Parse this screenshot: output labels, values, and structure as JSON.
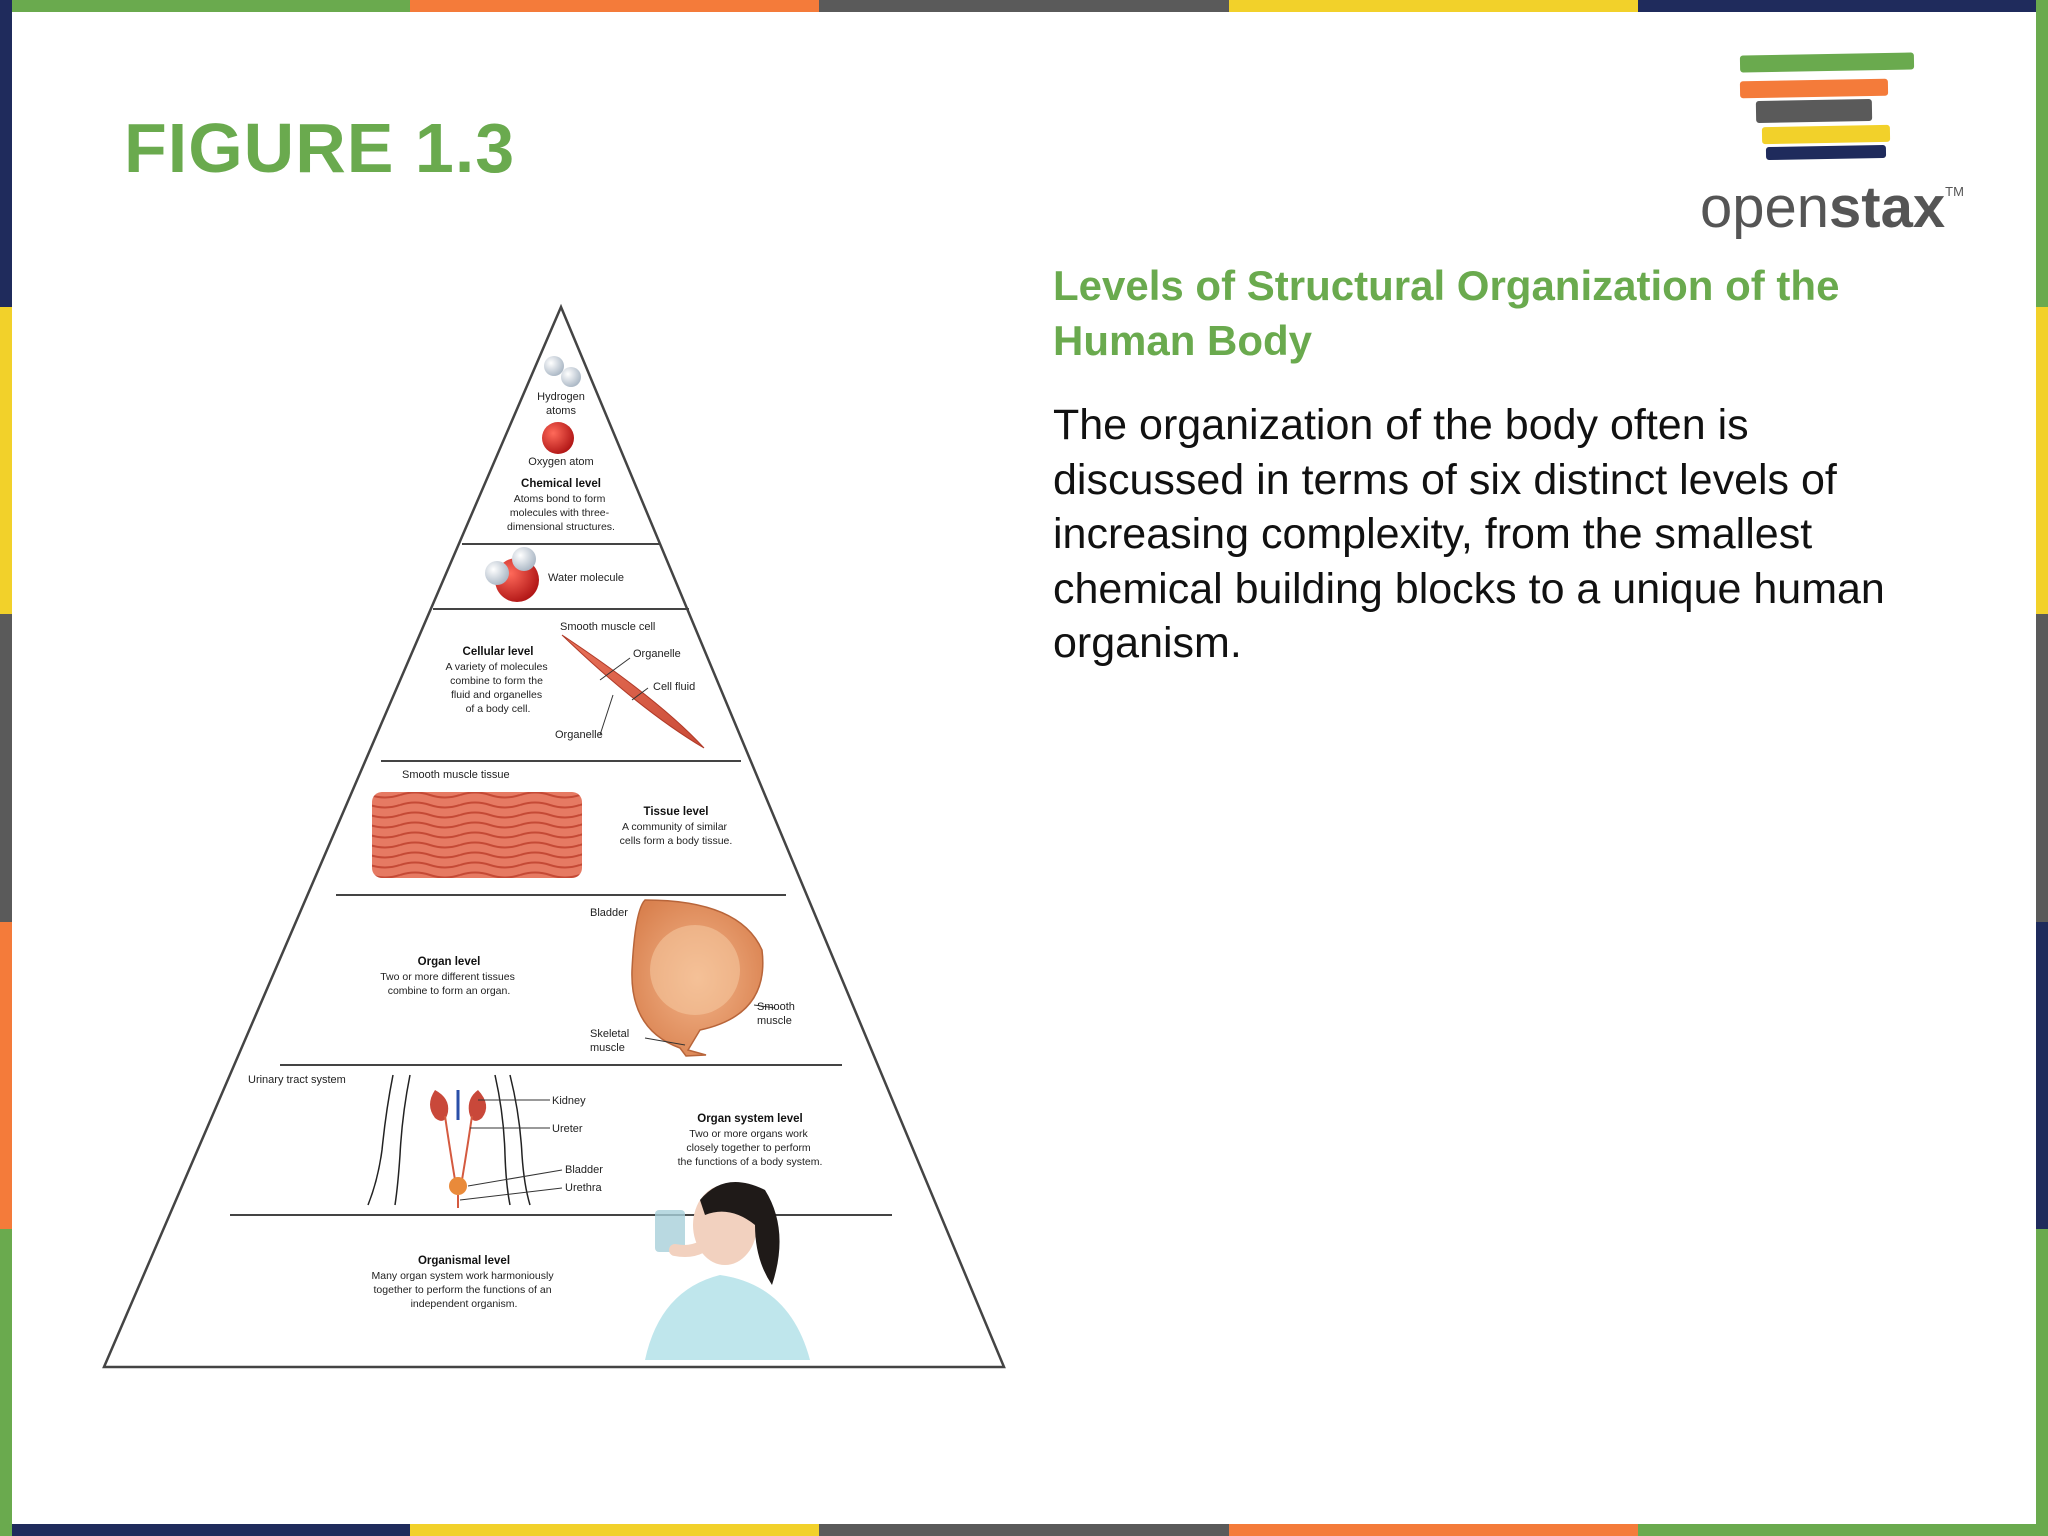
{
  "figure_label": "FIGURE 1.3",
  "logo": {
    "name": "openstax",
    "brand_text_light": "open",
    "brand_text_bold": "stax",
    "tm": "TM"
  },
  "colors": {
    "accent_green": "#6aaa4e",
    "stripe_green": "#6aaa4e",
    "stripe_orange": "#f47b3a",
    "stripe_gray": "#5a5a5a",
    "stripe_yellow": "#f2d12a",
    "stripe_navy": "#1f2b5c"
  },
  "title": "Levels of Structural Organization of the Human Body",
  "description": "The organization of the body often is discussed in terms of six distinct levels of increasing complexity, from the smallest chemical building blocks to a unique human organism.",
  "pyramid": {
    "chemical": {
      "hydrogen": [
        "Hydrogen",
        "atoms"
      ],
      "oxygen": "Oxygen atom",
      "heading": "Chemical level",
      "desc": [
        "Atoms bond to form",
        "molecules with three-",
        "dimensional structures."
      ],
      "water": "Water molecule"
    },
    "cellular": {
      "cell_label": "Smooth muscle cell",
      "heading": "Cellular level",
      "desc": [
        "A variety of molecules",
        "combine to form the",
        "fluid and organelles",
        "of a body cell."
      ],
      "organelle_top": "Organelle",
      "cell_fluid": "Cell fluid",
      "organelle_bottom": "Organelle"
    },
    "tissue": {
      "tissue_label": "Smooth muscle tissue",
      "heading": "Tissue level",
      "desc": [
        "A community of similar",
        "cells form a body tissue."
      ]
    },
    "organ": {
      "bladder": "Bladder",
      "heading": "Organ level",
      "desc": [
        "Two or more different tissues",
        "combine to form an organ."
      ],
      "smooth_muscle": [
        "Smooth",
        "muscle"
      ],
      "skeletal_muscle": [
        "Skeletal",
        "muscle"
      ]
    },
    "organ_system": {
      "system_label": "Urinary tract system",
      "kidney": "Kidney",
      "ureter": "Ureter",
      "bladder": "Bladder",
      "urethra": "Urethra",
      "heading": "Organ system level",
      "desc": [
        "Two or more organs work",
        "closely together to perform",
        "the functions of a body system."
      ]
    },
    "organismal": {
      "heading": "Organismal level",
      "desc": [
        "Many organ system work harmoniously",
        "together to perform the functions of an",
        "independent organism."
      ]
    }
  }
}
